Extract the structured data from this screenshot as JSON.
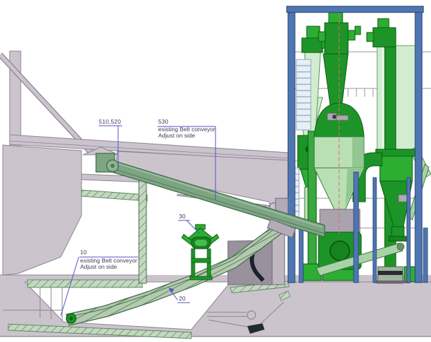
{
  "drawing": {
    "type": "engineering-elevation-plant-layout",
    "annotations": {
      "a510_520": {
        "id": "510,520"
      },
      "a530": {
        "id": "530",
        "line1": "existing Belt conveyor",
        "line2": "Adjust on side"
      },
      "a30": {
        "id": "30"
      },
      "a10": {
        "id": "10",
        "line1": "existing Belt conveyor",
        "line2": "Adjust on side"
      },
      "a20": {
        "id": "20"
      }
    },
    "colors": {
      "structure_gray": "#cbc4cd",
      "structure_outline": "#8b8393",
      "machine_green_dark": "#1d9427",
      "machine_green_mid": "#2cae33",
      "machine_green_light": "#b9e0b4",
      "machine_green_pale": "#d2eccf",
      "conveyor_sage": "#7da583",
      "hatch_green": "#2f7a35",
      "frame_blue": "#4e76b2",
      "centerline_red": "#e06a6a",
      "leader_blue": "#5151cd",
      "label_text": "#3d3d57"
    }
  }
}
